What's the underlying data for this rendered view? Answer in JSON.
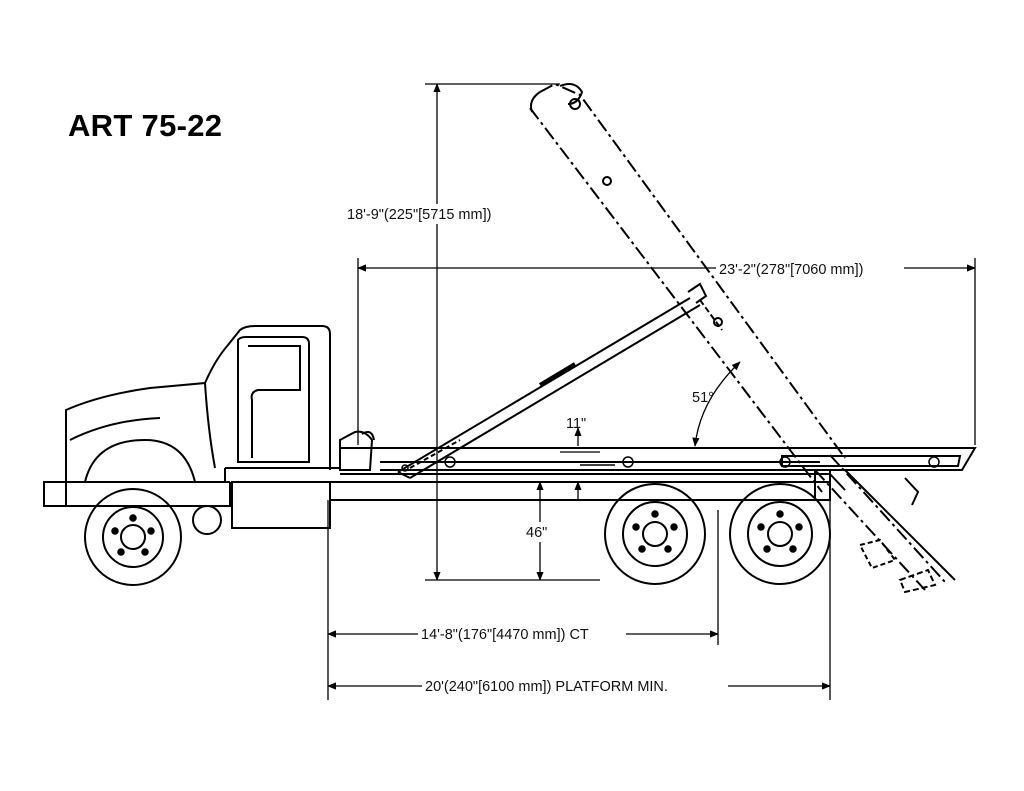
{
  "title": "ART 75-22",
  "dimensions": {
    "overall_height": "18'-9\"(225\"[5715 mm])",
    "overall_length": "23'-2\"(278\"[7060 mm])",
    "angle": "51°",
    "offset": "11\"",
    "frame_height": "46\"",
    "ct": "14'-8\"(176\"[4470 mm]) CT",
    "platform": "20'(240\"[6100 mm]) PLATFORM MIN."
  },
  "colors": {
    "line": "#000000",
    "background": "#ffffff"
  }
}
